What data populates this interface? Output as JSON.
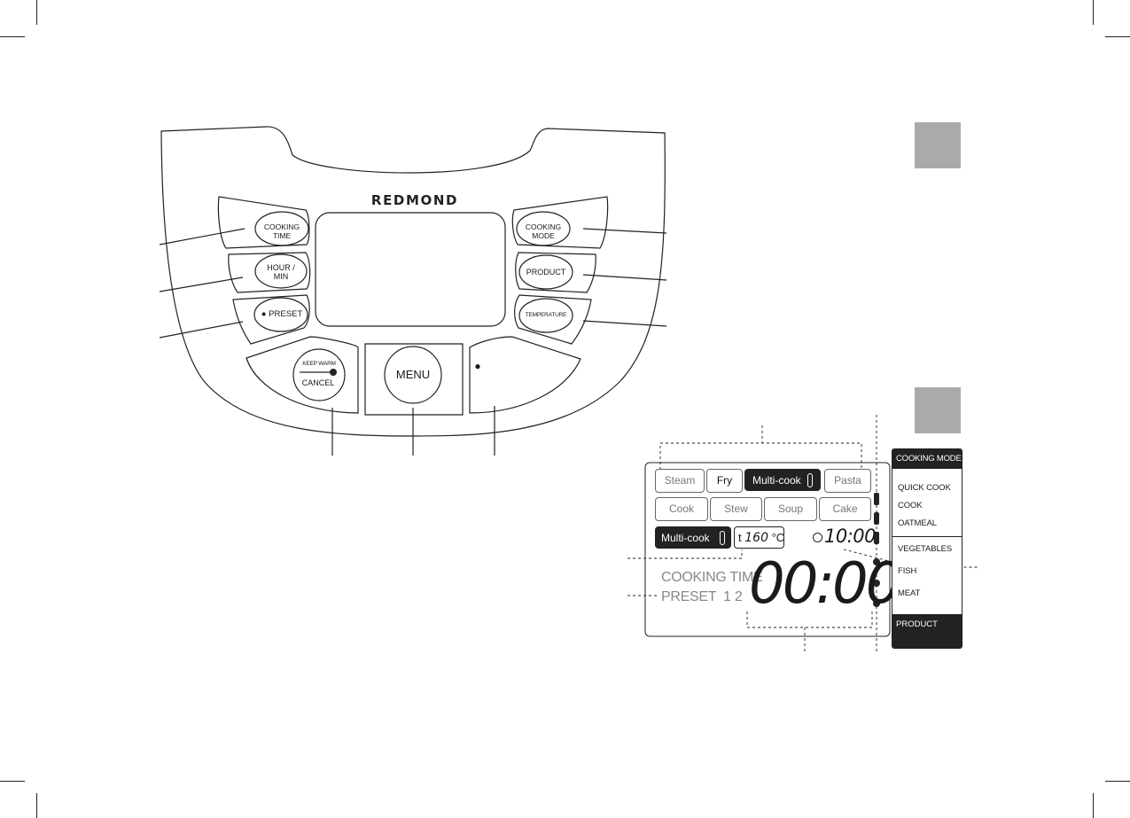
{
  "brand": "REDMOND",
  "control_panel": {
    "left_buttons": [
      {
        "id": "cooking-time",
        "lines": [
          "COOKING",
          "TIME"
        ]
      },
      {
        "id": "hour-min",
        "lines": [
          "HOUR /",
          "MIN"
        ]
      },
      {
        "id": "preset",
        "lines": [
          "● PRESET"
        ]
      }
    ],
    "right_buttons": [
      {
        "id": "cooking-mode",
        "lines": [
          "COOKING",
          "MODE"
        ]
      },
      {
        "id": "product",
        "lines": [
          "PRODUCT"
        ]
      },
      {
        "id": "temperature",
        "lines": [
          "TEMPERATURE"
        ]
      }
    ],
    "keep_warm_label": "KEEP WARM",
    "cancel_label": "CANCEL",
    "menu_label": "MENU",
    "start_label": "●"
  },
  "display": {
    "modes_row1": [
      "Steam",
      "Fry",
      "Multi-cook",
      "Pasta"
    ],
    "modes_row2": [
      "Cook",
      "Stew",
      "Soup",
      "Cake"
    ],
    "active_mode": "Multi-cook",
    "multicook_label": "Multi-cook",
    "temp_prefix": "t",
    "temp_value": "160",
    "temp_unit": "°C",
    "clock_time": "10:00",
    "cooking_time_label": "COOKING TIME",
    "preset_label": "PRESET",
    "preset_numbers": "1 2",
    "main_time": "00:00"
  },
  "mode_panel": {
    "header": "COOKING MODE",
    "modes": [
      "QUICK COOK",
      "COOK",
      "OATMEAL"
    ],
    "products": [
      "VEGETABLES",
      "FISH",
      "MEAT"
    ],
    "footer": "PRODUCT"
  },
  "colors": {
    "line": "#222222",
    "panel_fill": "#ffffff",
    "tab_gray": "#aaaaaa",
    "lcd_inactive": "#777777"
  }
}
